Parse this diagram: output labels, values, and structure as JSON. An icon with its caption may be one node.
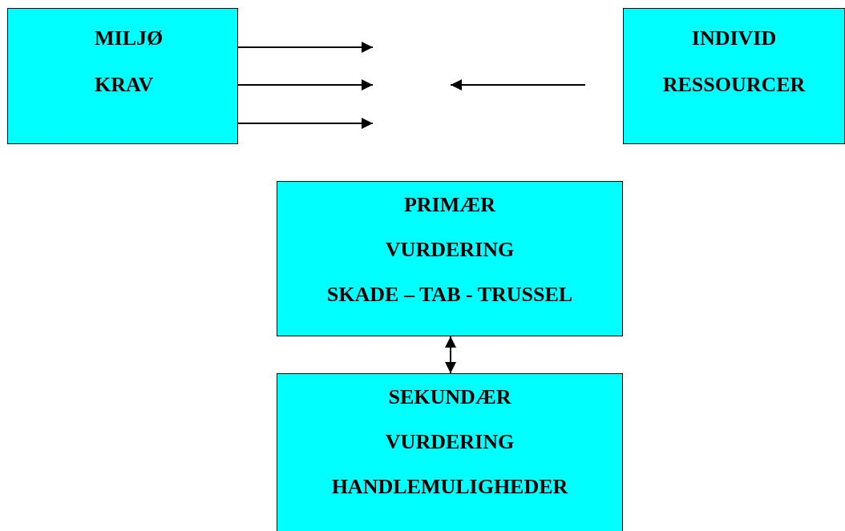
{
  "diagram": {
    "nodes": [
      {
        "text": [
          "MILJØ",
          "KRAV"
        ]
      },
      {
        "text": [
          "INDIVID",
          "RESSOURCER"
        ]
      },
      {
        "text": [
          "PRIMÆR",
          "VURDERING",
          "SKADE – TAB - TRUSSEL"
        ]
      },
      {
        "text": [
          "SEKUNDÆR",
          "VURDERING",
          "HANDLEMULIGHEDER"
        ]
      }
    ],
    "edges": [
      {
        "from": 0,
        "to": null,
        "arrow": "to"
      },
      {
        "from": 0,
        "to": null,
        "arrow": "to"
      },
      {
        "from": 0,
        "to": null,
        "arrow": "to"
      },
      {
        "from": 1,
        "to": null,
        "arrow": "to"
      },
      {
        "from": 2,
        "to": 3,
        "arrow": "both"
      }
    ]
  }
}
